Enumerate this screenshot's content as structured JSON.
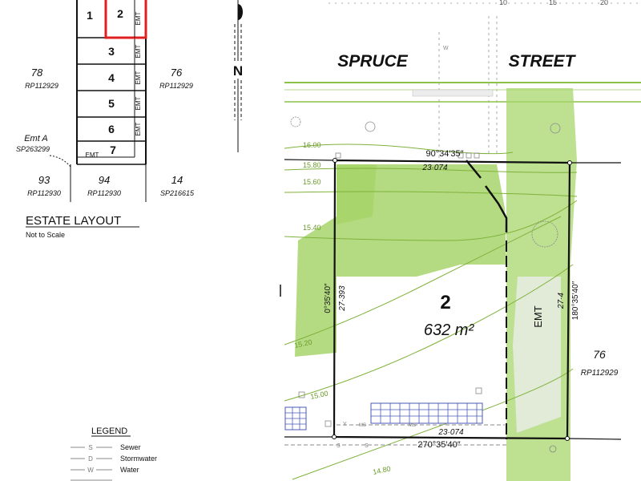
{
  "estate_layout": {
    "title": "ESTATE LAYOUT",
    "subtitle": "Not to Scale",
    "lots": [
      "1",
      "2",
      "3",
      "4",
      "5",
      "6",
      "7"
    ],
    "easement_label": "EMT",
    "neighbors": {
      "left_lot": "78",
      "left_rp": "RP112929",
      "right_lot": "76",
      "right_rp": "RP112929",
      "bottom_left_lot": "93",
      "bottom_left_rp": "RP112930",
      "bottom_mid_lot": "94",
      "bottom_mid_rp": "RP112930",
      "bottom_right_lot": "14",
      "bottom_right_rp": "SP216615"
    },
    "emt_a": "Emt A",
    "emt_a_sp": "SP263299"
  },
  "north_arrow": {
    "label": "N"
  },
  "legend": {
    "title": "LEGEND",
    "items": [
      {
        "code": "S",
        "label": "Sewer"
      },
      {
        "code": "D",
        "label": "Stormwater"
      },
      {
        "code": "W",
        "label": "Water"
      }
    ]
  },
  "plan": {
    "street_word1": "SPRUCE",
    "street_word2": "STREET",
    "lot_number": "2",
    "area": "632 m²",
    "top_bearing": "90°34′35″",
    "top_distance": "23·074",
    "left_bearing": "0°35′40″",
    "left_distance": "27·393",
    "right_bearing": "180°35′40″",
    "right_distance": "27·4",
    "bottom_bearing": "270°35′40″",
    "bottom_distance": "23·074",
    "emt_label": "EMT",
    "adjacent_lot": "76",
    "adjacent_rp": "RP112929",
    "contours": [
      "16.00",
      "15.80",
      "15.60",
      "15.40",
      "15.20",
      "15.00",
      "14.80"
    ],
    "services": {
      "sewer": "S",
      "water": "W",
      "ms": "MS",
      "marker": "Y"
    },
    "scale_ticks": [
      "10",
      "15",
      "20"
    ]
  },
  "colors": {
    "lawn": "#a8d56c",
    "contour": "#7fb23a",
    "easement_stipple": "#d8e8c8",
    "estate_highlight": "#e02020",
    "solar_panel": "#4a5ab8"
  }
}
